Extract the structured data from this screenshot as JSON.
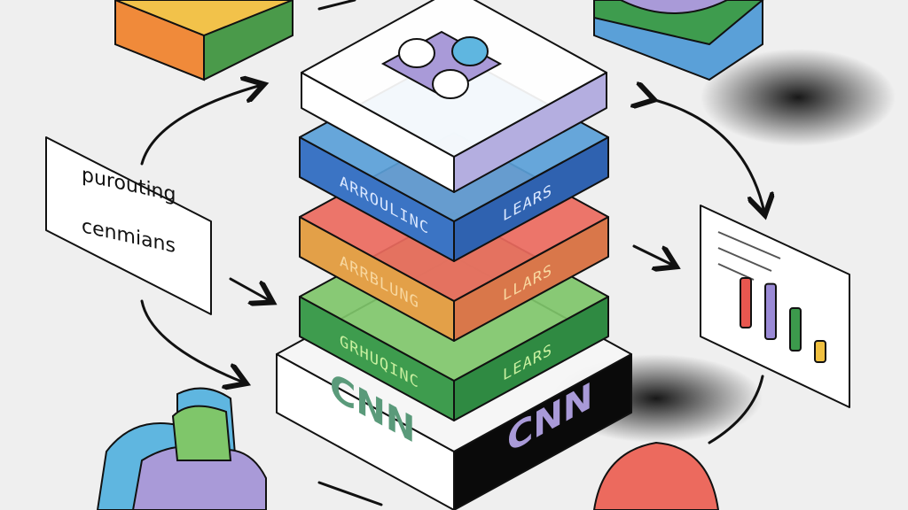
{
  "note": {
    "line1": "purouting",
    "line2": "cenmians"
  },
  "stack": {
    "base": {
      "left_label": "CNN",
      "right_label": "CNN",
      "left_color": "#ffffff",
      "right_color": "#0a0a0a",
      "top_color": "#f6f6f6"
    },
    "layers": [
      {
        "name": "green",
        "left_label": "GRHUQINC",
        "right_label": "LEARS",
        "top": "#7fc66a",
        "left": "#3e9c4e",
        "right": "#2f8a42",
        "text": "#c9f0a0"
      },
      {
        "name": "red",
        "left_label": "ARRBLUNG",
        "right_label": "LLARS",
        "top": "#ec6a5e",
        "left": "#e3a048",
        "right": "#d9774a",
        "text": "#f8d8a0"
      },
      {
        "name": "blue",
        "left_label": "ARROULINC",
        "right_label": "LEARS",
        "top": "#5aa0d8",
        "left": "#3b74c4",
        "right": "#2f62b0",
        "text": "#dbe8ff"
      }
    ],
    "top_box": {
      "top": "#ffffff",
      "left": "#ffffff",
      "right": "#b4aee0",
      "inset": "#a99ad8",
      "dots": [
        "#ffffff",
        "#5fb6e0",
        "#ffffff"
      ]
    }
  },
  "bar_card": {
    "values": [
      0.7,
      0.78,
      0.6,
      0.3
    ],
    "colors": [
      "#e8574f",
      "#9a8ad6",
      "#3c9a4c",
      "#f0c040"
    ]
  }
}
